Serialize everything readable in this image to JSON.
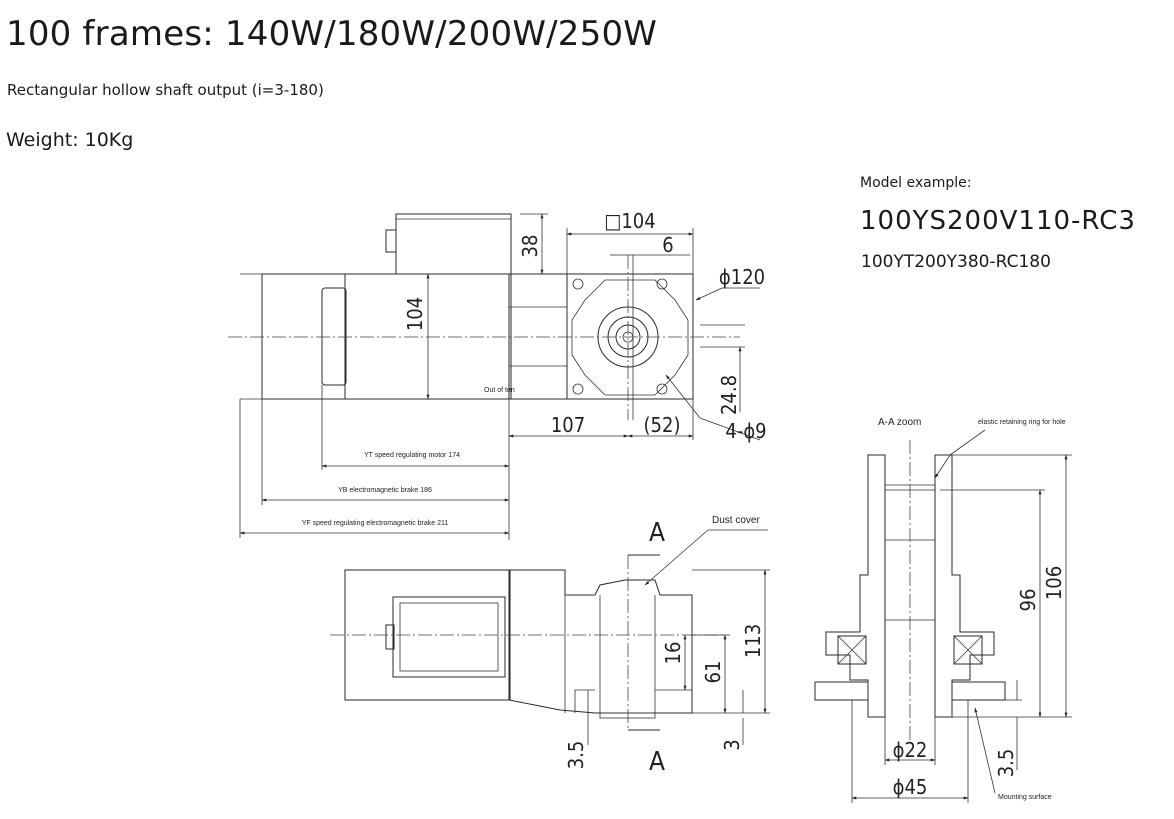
{
  "header": {
    "title": "100 frames: 140W/180W/200W/250W",
    "subtitle": "Rectangular hollow shaft output (i=3-180)",
    "weight": "Weight: 10Kg"
  },
  "model": {
    "label": "Model example:",
    "example_1": "100YS200V110-RC3",
    "example_2": "100YT200Y380-RC180"
  },
  "drawing": {
    "dims": {
      "square": "□104",
      "d38": "38",
      "d104": "104",
      "d6": "6",
      "phi120": "ϕ120",
      "d24_8": "24.8",
      "d107": "107",
      "d52": "(52)",
      "holes": "4-ϕ9",
      "d113": "113",
      "d61": "61",
      "d16": "16",
      "d3_5": "3.5",
      "d3": "3",
      "section_top": "A",
      "section_bottom": "A",
      "zoom_3_5": "3.5",
      "d96": "96",
      "d106": "106",
      "phi22": "ϕ22",
      "phi45": "ϕ45"
    },
    "labels": {
      "out_of_ten": "Out of ten",
      "yt_motor": "YT speed regulating motor 174",
      "yb_brake": "YB electromagnetic brake 186",
      "yf_brake": "YF speed regulating electromagnetic brake 211",
      "dust_cover": "Dust cover",
      "aa_zoom": "A-A zoom",
      "retaining_ring": "elastic retaining ring for hole",
      "mounting_surface": "Mounting surface"
    },
    "colors": {
      "gearbox_green": "#a9dbb2",
      "motor_gray": "#dcdcdc",
      "outline": "#2a2a2a"
    }
  }
}
